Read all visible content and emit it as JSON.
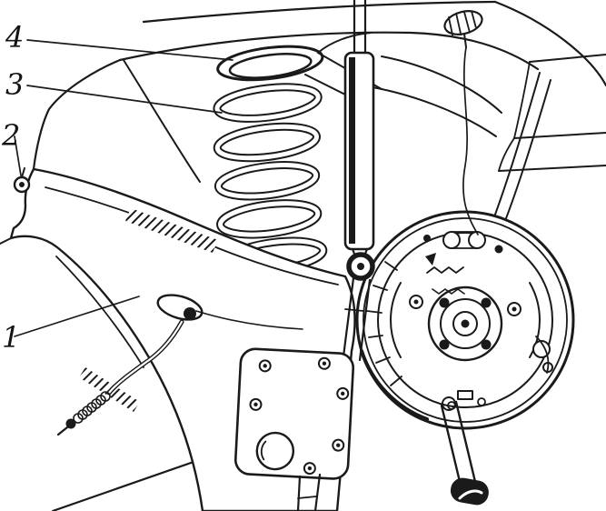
{
  "figure": {
    "background_color": "#ffffff",
    "line_color": "#1a1a1a",
    "callouts": [
      {
        "label": "4"
      },
      {
        "label": "3"
      },
      {
        "label": "2"
      },
      {
        "label": "1"
      }
    ]
  }
}
